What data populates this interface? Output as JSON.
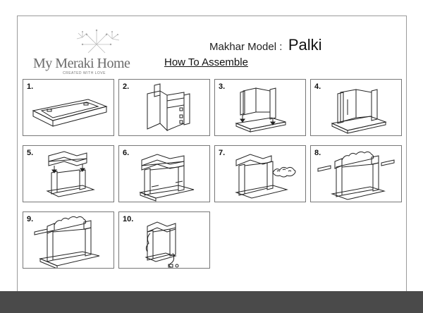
{
  "brand": {
    "name": "My Meraki Home",
    "tagline": "CREATED WITH LOVE"
  },
  "header": {
    "model_label": "Makhar Model :",
    "model_name": "Palki",
    "instructions_title": "How To Assemble"
  },
  "steps": [
    {
      "number": "1.",
      "icon": "base-tray-illustration"
    },
    {
      "number": "2.",
      "icon": "wall-panel-hinges-illustration"
    },
    {
      "number": "3.",
      "icon": "panels-onto-base-illustration"
    },
    {
      "number": "4.",
      "icon": "assembled-walls-illustration"
    },
    {
      "number": "5.",
      "icon": "attach-roof-illustration"
    },
    {
      "number": "6.",
      "icon": "roof-attached-illustration"
    },
    {
      "number": "7.",
      "icon": "attach-floral-arch-illustration"
    },
    {
      "number": "8.",
      "icon": "insert-side-rods-illustration"
    },
    {
      "number": "9.",
      "icon": "rods-inserted-illustration"
    },
    {
      "number": "10.",
      "icon": "connect-light-plug-illustration"
    }
  ],
  "colors": {
    "footer_bar": "#4a4a4a",
    "border": "#777777",
    "logo_text": "#6b6b6b"
  }
}
